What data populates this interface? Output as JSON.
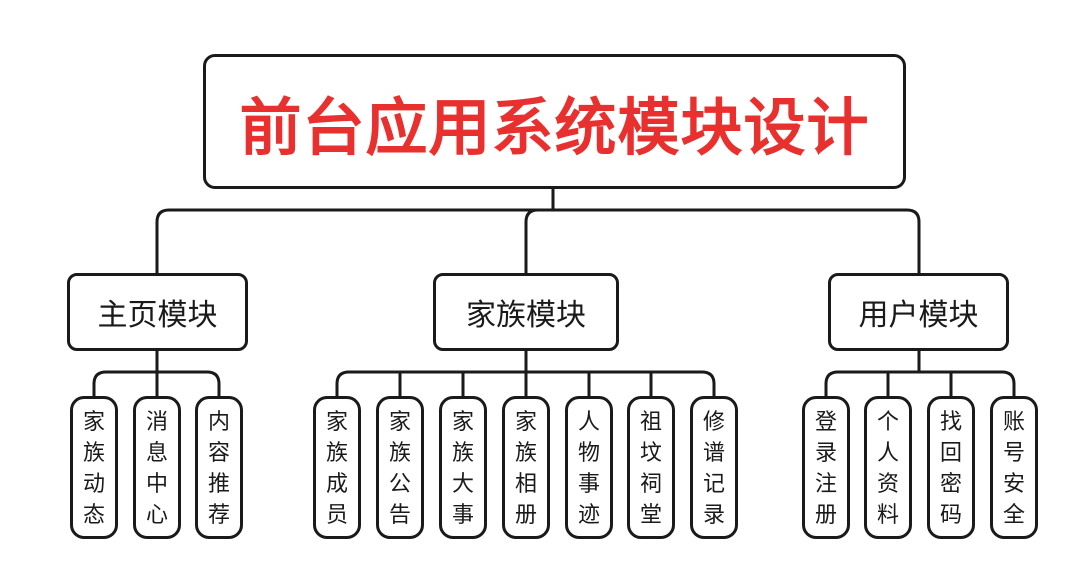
{
  "diagram": {
    "root": {
      "title": "前台应用系统模块设计"
    },
    "modules": [
      {
        "label": "主页模块",
        "leaves": [
          "家族动态",
          "消息中心",
          "内容推荐"
        ]
      },
      {
        "label": "家族模块",
        "leaves": [
          "家族成员",
          "家族公告",
          "家族大事",
          "家族相册",
          "人物事迹",
          "祖坟祠堂",
          "修谱记录"
        ]
      },
      {
        "label": "用户模块",
        "leaves": [
          "登录注册",
          "个人资料",
          "找回密码",
          "账号安全"
        ]
      }
    ],
    "colors": {
      "title": "#e8312f",
      "stroke": "#1a1a1a",
      "background": "#ffffff"
    }
  }
}
